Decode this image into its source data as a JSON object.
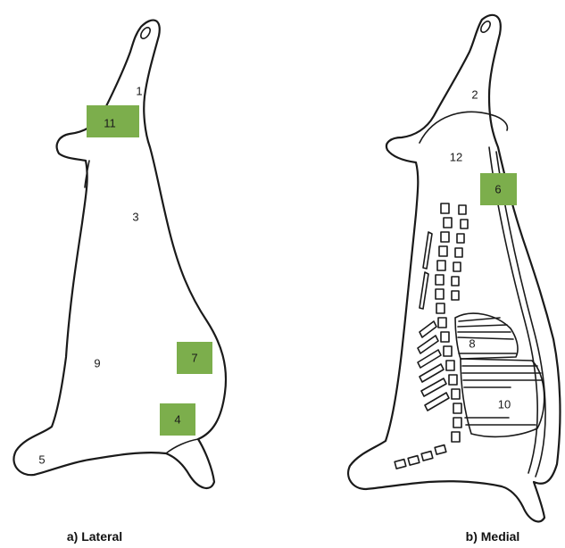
{
  "highlight_color": "#7cae4c",
  "lateral": {
    "caption": "a) Lateral",
    "labels": {
      "l1": "1",
      "l3": "3",
      "l5": "5",
      "l9": "9"
    },
    "highlighted": {
      "h11": "11",
      "h7": "7",
      "h4": "4"
    }
  },
  "medial": {
    "caption": "b) Medial",
    "labels": {
      "l2": "2",
      "l12": "12",
      "l8": "8",
      "l10": "10"
    },
    "highlighted": {
      "h6": "6"
    }
  }
}
